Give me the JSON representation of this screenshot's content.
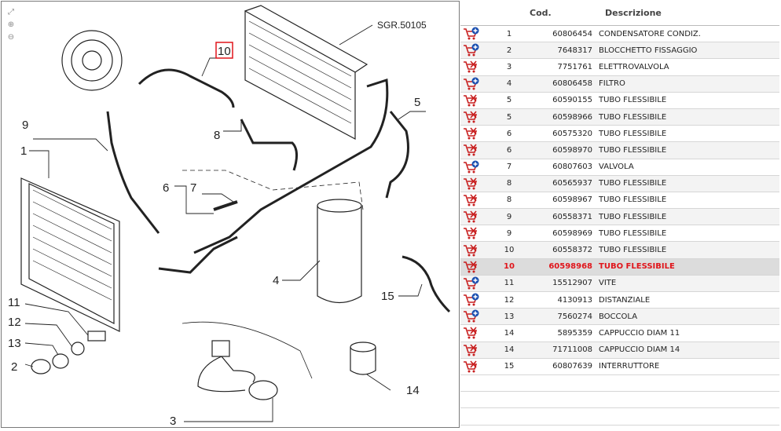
{
  "diagram": {
    "code": "SGR.50105",
    "callouts": [
      {
        "n": "1"
      },
      {
        "n": "2"
      },
      {
        "n": "3"
      },
      {
        "n": "4"
      },
      {
        "n": "5"
      },
      {
        "n": "6"
      },
      {
        "n": "7"
      },
      {
        "n": "8"
      },
      {
        "n": "9"
      },
      {
        "n": "10",
        "highlight": true
      },
      {
        "n": "11"
      },
      {
        "n": "12"
      },
      {
        "n": "13"
      },
      {
        "n": "14"
      },
      {
        "n": "15"
      }
    ],
    "highlight_color": "#e0151b"
  },
  "table": {
    "headers": {
      "ref": "",
      "code": "Cod.",
      "desc": "Descrizione"
    },
    "rows": [
      {
        "icon": "cart-add-icon",
        "ref": "1",
        "code": "60806454",
        "desc": "CONDENSATORE CONDIZ."
      },
      {
        "icon": "cart-add-icon",
        "ref": "2",
        "code": "7648317",
        "desc": "BLOCCHETTO FISSAGGIO"
      },
      {
        "icon": "cart-unavailable-icon",
        "ref": "3",
        "code": "7751761",
        "desc": "ELETTROVALVOLA"
      },
      {
        "icon": "cart-add-icon",
        "ref": "4",
        "code": "60806458",
        "desc": "FILTRO"
      },
      {
        "icon": "cart-unavailable-icon",
        "ref": "5",
        "code": "60590155",
        "desc": "TUBO FLESSIBILE"
      },
      {
        "icon": "cart-unavailable-icon",
        "ref": "5",
        "code": "60598966",
        "desc": "TUBO FLESSIBILE"
      },
      {
        "icon": "cart-unavailable-icon",
        "ref": "6",
        "code": "60575320",
        "desc": "TUBO FLESSIBILE"
      },
      {
        "icon": "cart-unavailable-icon",
        "ref": "6",
        "code": "60598970",
        "desc": "TUBO FLESSIBILE"
      },
      {
        "icon": "cart-add-icon",
        "ref": "7",
        "code": "60807603",
        "desc": "VALVOLA"
      },
      {
        "icon": "cart-unavailable-icon",
        "ref": "8",
        "code": "60565937",
        "desc": "TUBO FLESSIBILE"
      },
      {
        "icon": "cart-unavailable-icon",
        "ref": "8",
        "code": "60598967",
        "desc": "TUBO FLESSIBILE"
      },
      {
        "icon": "cart-unavailable-icon",
        "ref": "9",
        "code": "60558371",
        "desc": "TUBO FLESSIBILE"
      },
      {
        "icon": "cart-unavailable-icon",
        "ref": "9",
        "code": "60598969",
        "desc": "TUBO FLESSIBILE"
      },
      {
        "icon": "cart-unavailable-icon",
        "ref": "10",
        "code": "60558372",
        "desc": "TUBO FLESSIBILE"
      },
      {
        "icon": "cart-unavailable-icon",
        "ref": "10",
        "code": "60598968",
        "desc": "TUBO FLESSIBILE",
        "selected": true
      },
      {
        "icon": "cart-add-icon",
        "ref": "11",
        "code": "15512907",
        "desc": "VITE"
      },
      {
        "icon": "cart-add-icon",
        "ref": "12",
        "code": "4130913",
        "desc": "DISTANZIALE"
      },
      {
        "icon": "cart-add-icon",
        "ref": "13",
        "code": "7560274",
        "desc": "BOCCOLA"
      },
      {
        "icon": "cart-unavailable-icon",
        "ref": "14",
        "code": "5895359",
        "desc": "CAPPUCCIO DIAM 11"
      },
      {
        "icon": "cart-unavailable-icon",
        "ref": "14",
        "code": "71711008",
        "desc": "CAPPUCCIO DIAM 14"
      },
      {
        "icon": "cart-unavailable-icon",
        "ref": "15",
        "code": "60807639",
        "desc": "INTERRUTTORE"
      }
    ],
    "cart_add_color": "#1a4fb0",
    "cart_unavailable_color": "#c81e1e"
  }
}
